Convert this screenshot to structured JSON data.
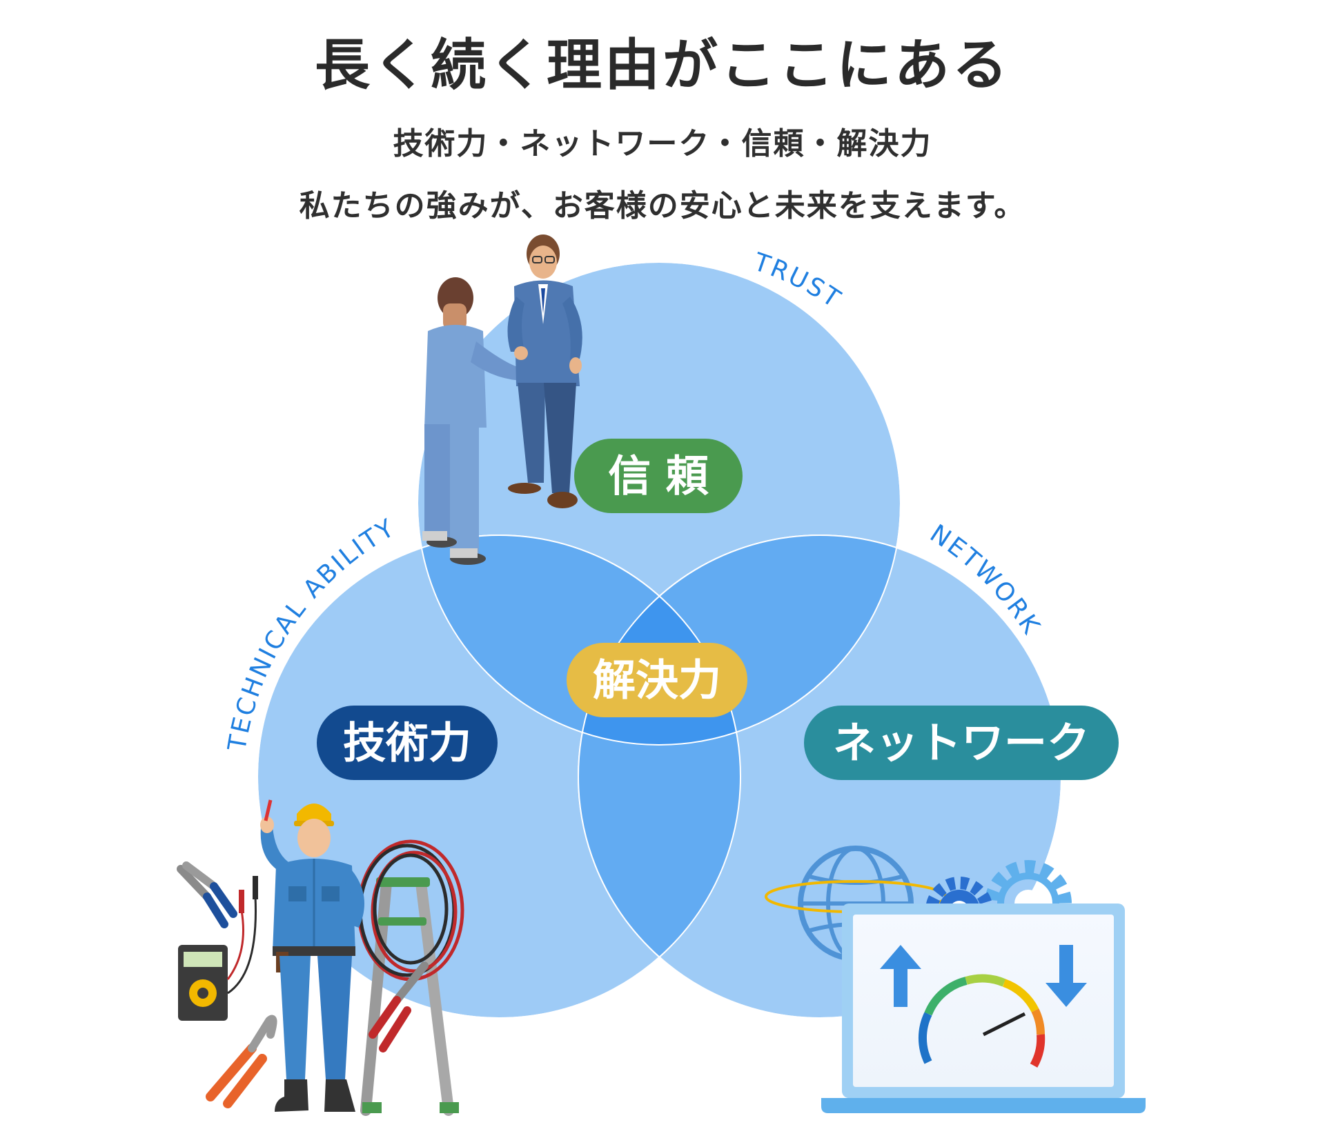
{
  "header": {
    "title": "長く続く理由がここにある",
    "subtitle_line1": "技術力・ネットワーク・信頼・解決力",
    "subtitle_line2": "私たちの強みが、お客様の安心と未来を支えます。"
  },
  "venn": {
    "circles": {
      "trust": {
        "label": "信 頼",
        "arc_label": "TRUST",
        "pill_color": "#4a9a4f"
      },
      "technical": {
        "label": "技術力",
        "arc_label": "TECHNICAL ABILITY",
        "pill_color": "#124a8f"
      },
      "network": {
        "label": "ネットワーク",
        "arc_label": "NETWORK",
        "pill_color": "#2a8e9d"
      }
    },
    "center": {
      "label": "解決力",
      "pill_color": "#e6bc45"
    },
    "colors": {
      "circle_fill": "#9ecbf6",
      "overlap_fill": "#62abf2",
      "center_fill": "#3e95ee",
      "arc_text": "#1f7fe0"
    }
  },
  "illustrations": {
    "top": "businessmen-handshake-illustration",
    "left": "electrician-with-tools-illustration",
    "right": "laptop-speedometer-globe-gears-illustration"
  }
}
